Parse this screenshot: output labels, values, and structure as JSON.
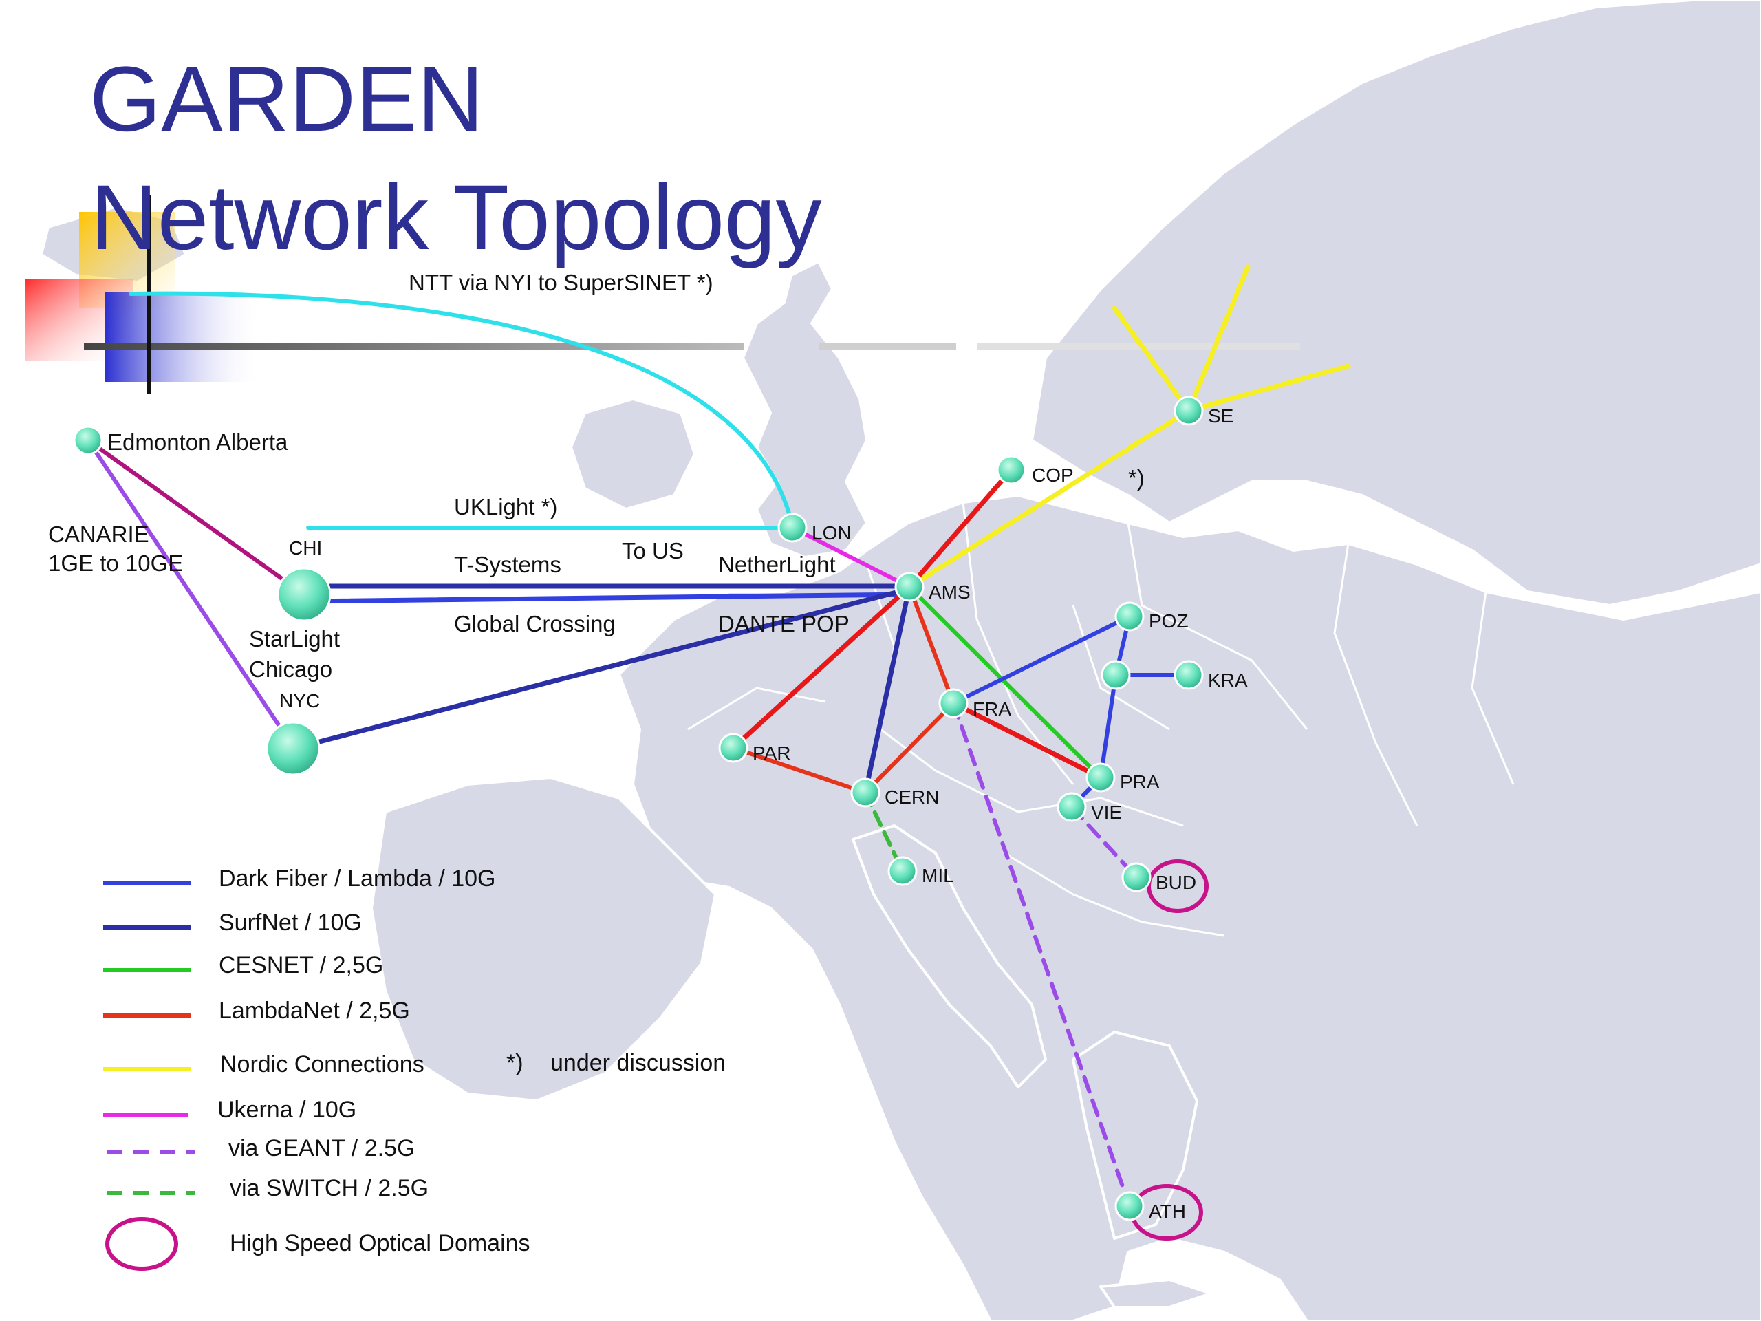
{
  "title": {
    "line1": "GARDEN",
    "line2": "Network Topology"
  },
  "notes": {
    "ntt": "NTT via NYI to SuperSINET *)",
    "canarie_1": "CANARIE",
    "canarie_2": "1GE to 10GE",
    "uklight": "UKLight  *)",
    "t_systems": "T-Systems",
    "to_us": "To US",
    "netherlight": "NetherLight",
    "global_crossing": "Global Crossing",
    "dante_pop": "DANTE POP",
    "starlight_1": "StarLight",
    "starlight_2": "Chicago",
    "nordic_note": "*)"
  },
  "nodes": {
    "edmonton": "Edmonton Alberta",
    "chi": "CHI",
    "nyc": "NYC",
    "lon": "LON",
    "ams": "AMS",
    "cop": "COP",
    "se": "SE",
    "poz": "POZ",
    "kra": "KRA",
    "fra": "FRA",
    "par": "PAR",
    "cern": "CERN",
    "mil": "MIL",
    "pra": "PRA",
    "vie": "VIE",
    "bud": "BUD",
    "ath": "ATH"
  },
  "legend": {
    "dark_fiber": "Dark Fiber / Lambda / 10G",
    "surfnet": "SurfNet  / 10G",
    "cesnet": "CESNET  / 2,5G",
    "lambdanet": "LambdaNet / 2,5G",
    "nordic": "Nordic Connections",
    "nordic_star": "*)",
    "under_discussion": "under discussion",
    "ukerna": "Ukerna / 10G",
    "geant": "via GEANT / 2.5G",
    "switch": "via SWITCH / 2.5G",
    "optical": "High Speed Optical Domains"
  },
  "colors": {
    "title": "#2e2f92",
    "dark_fiber": "#3340e0",
    "surfnet": "#2b2fa6",
    "cesnet": "#22cc22",
    "lambdanet": "#e5341b",
    "red_link": "#e81818",
    "nordic": "#f5ef24",
    "ukerna": "#e62ae6",
    "geant": "#9a4be8",
    "switch": "#3cb83c",
    "canarie": "#b0137e",
    "optical_domain": "#c8128a",
    "cyan_link": "#2ee0ea",
    "node": "#6ee8c0",
    "map_land": "#d8d9e6"
  }
}
